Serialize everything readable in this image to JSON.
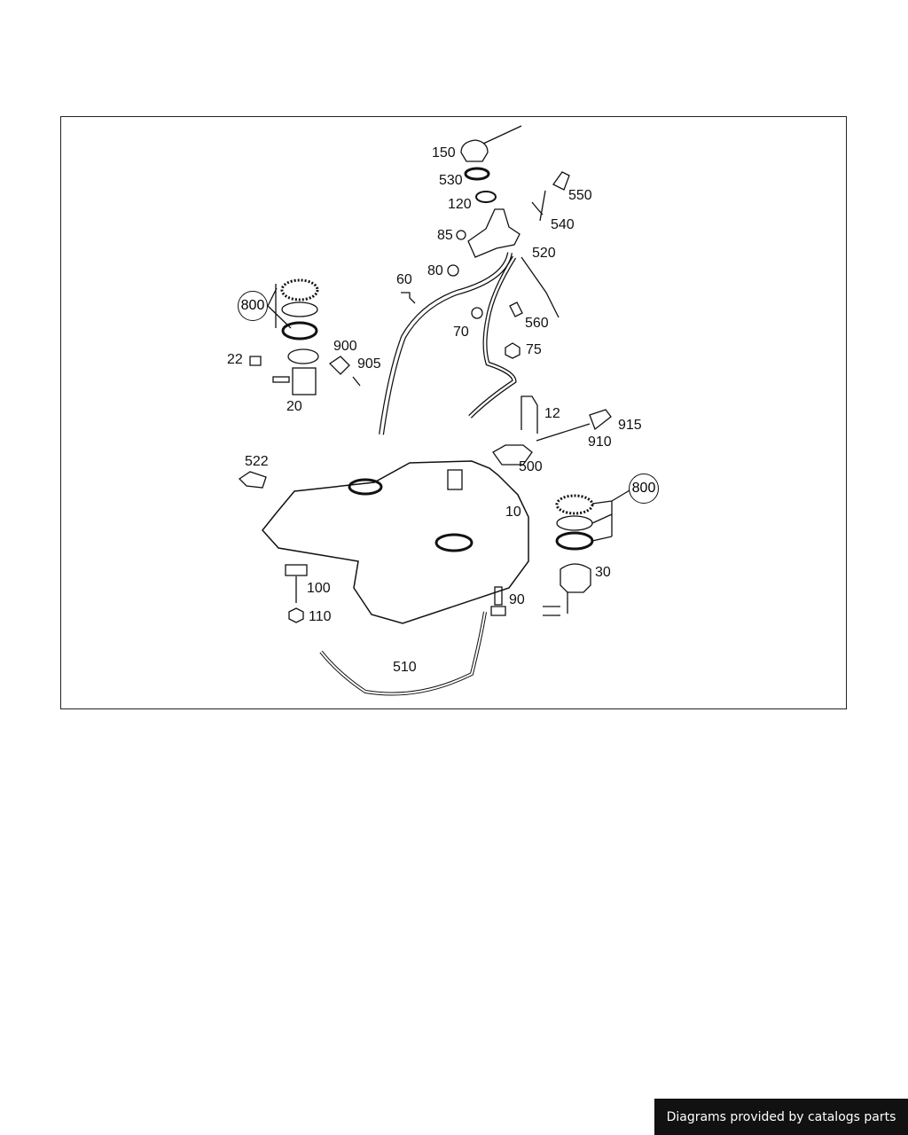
{
  "diagram": {
    "callouts": {
      "c150": "150",
      "c530": "530",
      "c120": "120",
      "c550": "550",
      "c540": "540",
      "c85": "85",
      "c520": "520",
      "c80": "80",
      "c60": "60",
      "c800a": "800",
      "c560": "560",
      "c70": "70",
      "c75": "75",
      "c900": "900",
      "c905": "905",
      "c22": "22",
      "c20": "20",
      "c12": "12",
      "c915": "915",
      "c910": "910",
      "c500": "500",
      "c522": "522",
      "c10": "10",
      "c800b": "800",
      "c30": "30",
      "c100": "100",
      "c110": "110",
      "c90": "90",
      "c510": "510"
    }
  },
  "footer": {
    "credit": "Diagrams provided by catalogs parts"
  }
}
